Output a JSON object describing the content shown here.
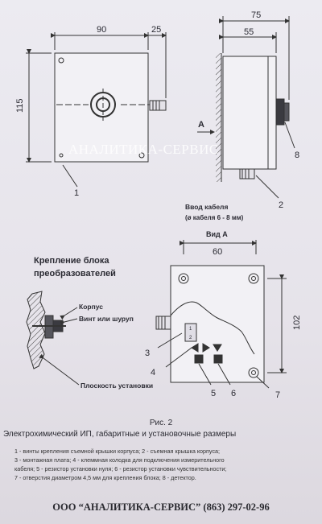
{
  "dims": {
    "top_width": "90",
    "top_side": "25",
    "top_height": "115",
    "side_total": "75",
    "side_depth": "55",
    "view_width": "60",
    "view_height": "102"
  },
  "labels": {
    "arrow_a": "A",
    "cable_entry": "Ввод кабеля",
    "cable_diameter": "(ø кабеля 6 - 8 мм)",
    "view_a": "Вид А",
    "mounting_title_1": "Крепление блока",
    "mounting_title_2": "преобразователей",
    "body": "Корпус",
    "screw": "Винт или шуруп",
    "plane": "Плоскость установки",
    "terminal_1": "1",
    "terminal_2": "2"
  },
  "callouts": [
    "1",
    "2",
    "3",
    "4",
    "5",
    "6",
    "7",
    "8"
  ],
  "caption": {
    "title": "Рис. 2",
    "subtitle": "Электрохимический ИП, габаритные и установочные размеры"
  },
  "legend": [
    "1 - винты крепления съемной крышки корпуса; 2 - съемная крышка корпуса;",
    "3 - монтажная плата; 4 - клеммная колодка для подключения измерительного",
    "кабеля; 5 - резистор установки нуля; 6 - резистор установки чувствительности;",
    "7 - отверстия диаметром 4,5 мм для крепления блока; 8 - детектор."
  ],
  "footer": "ООО “АНАЛИТИКА-СЕРВИС” (863) 297-02-96",
  "watermark": "АНАЛИТИКА-СЕРВИС"
}
